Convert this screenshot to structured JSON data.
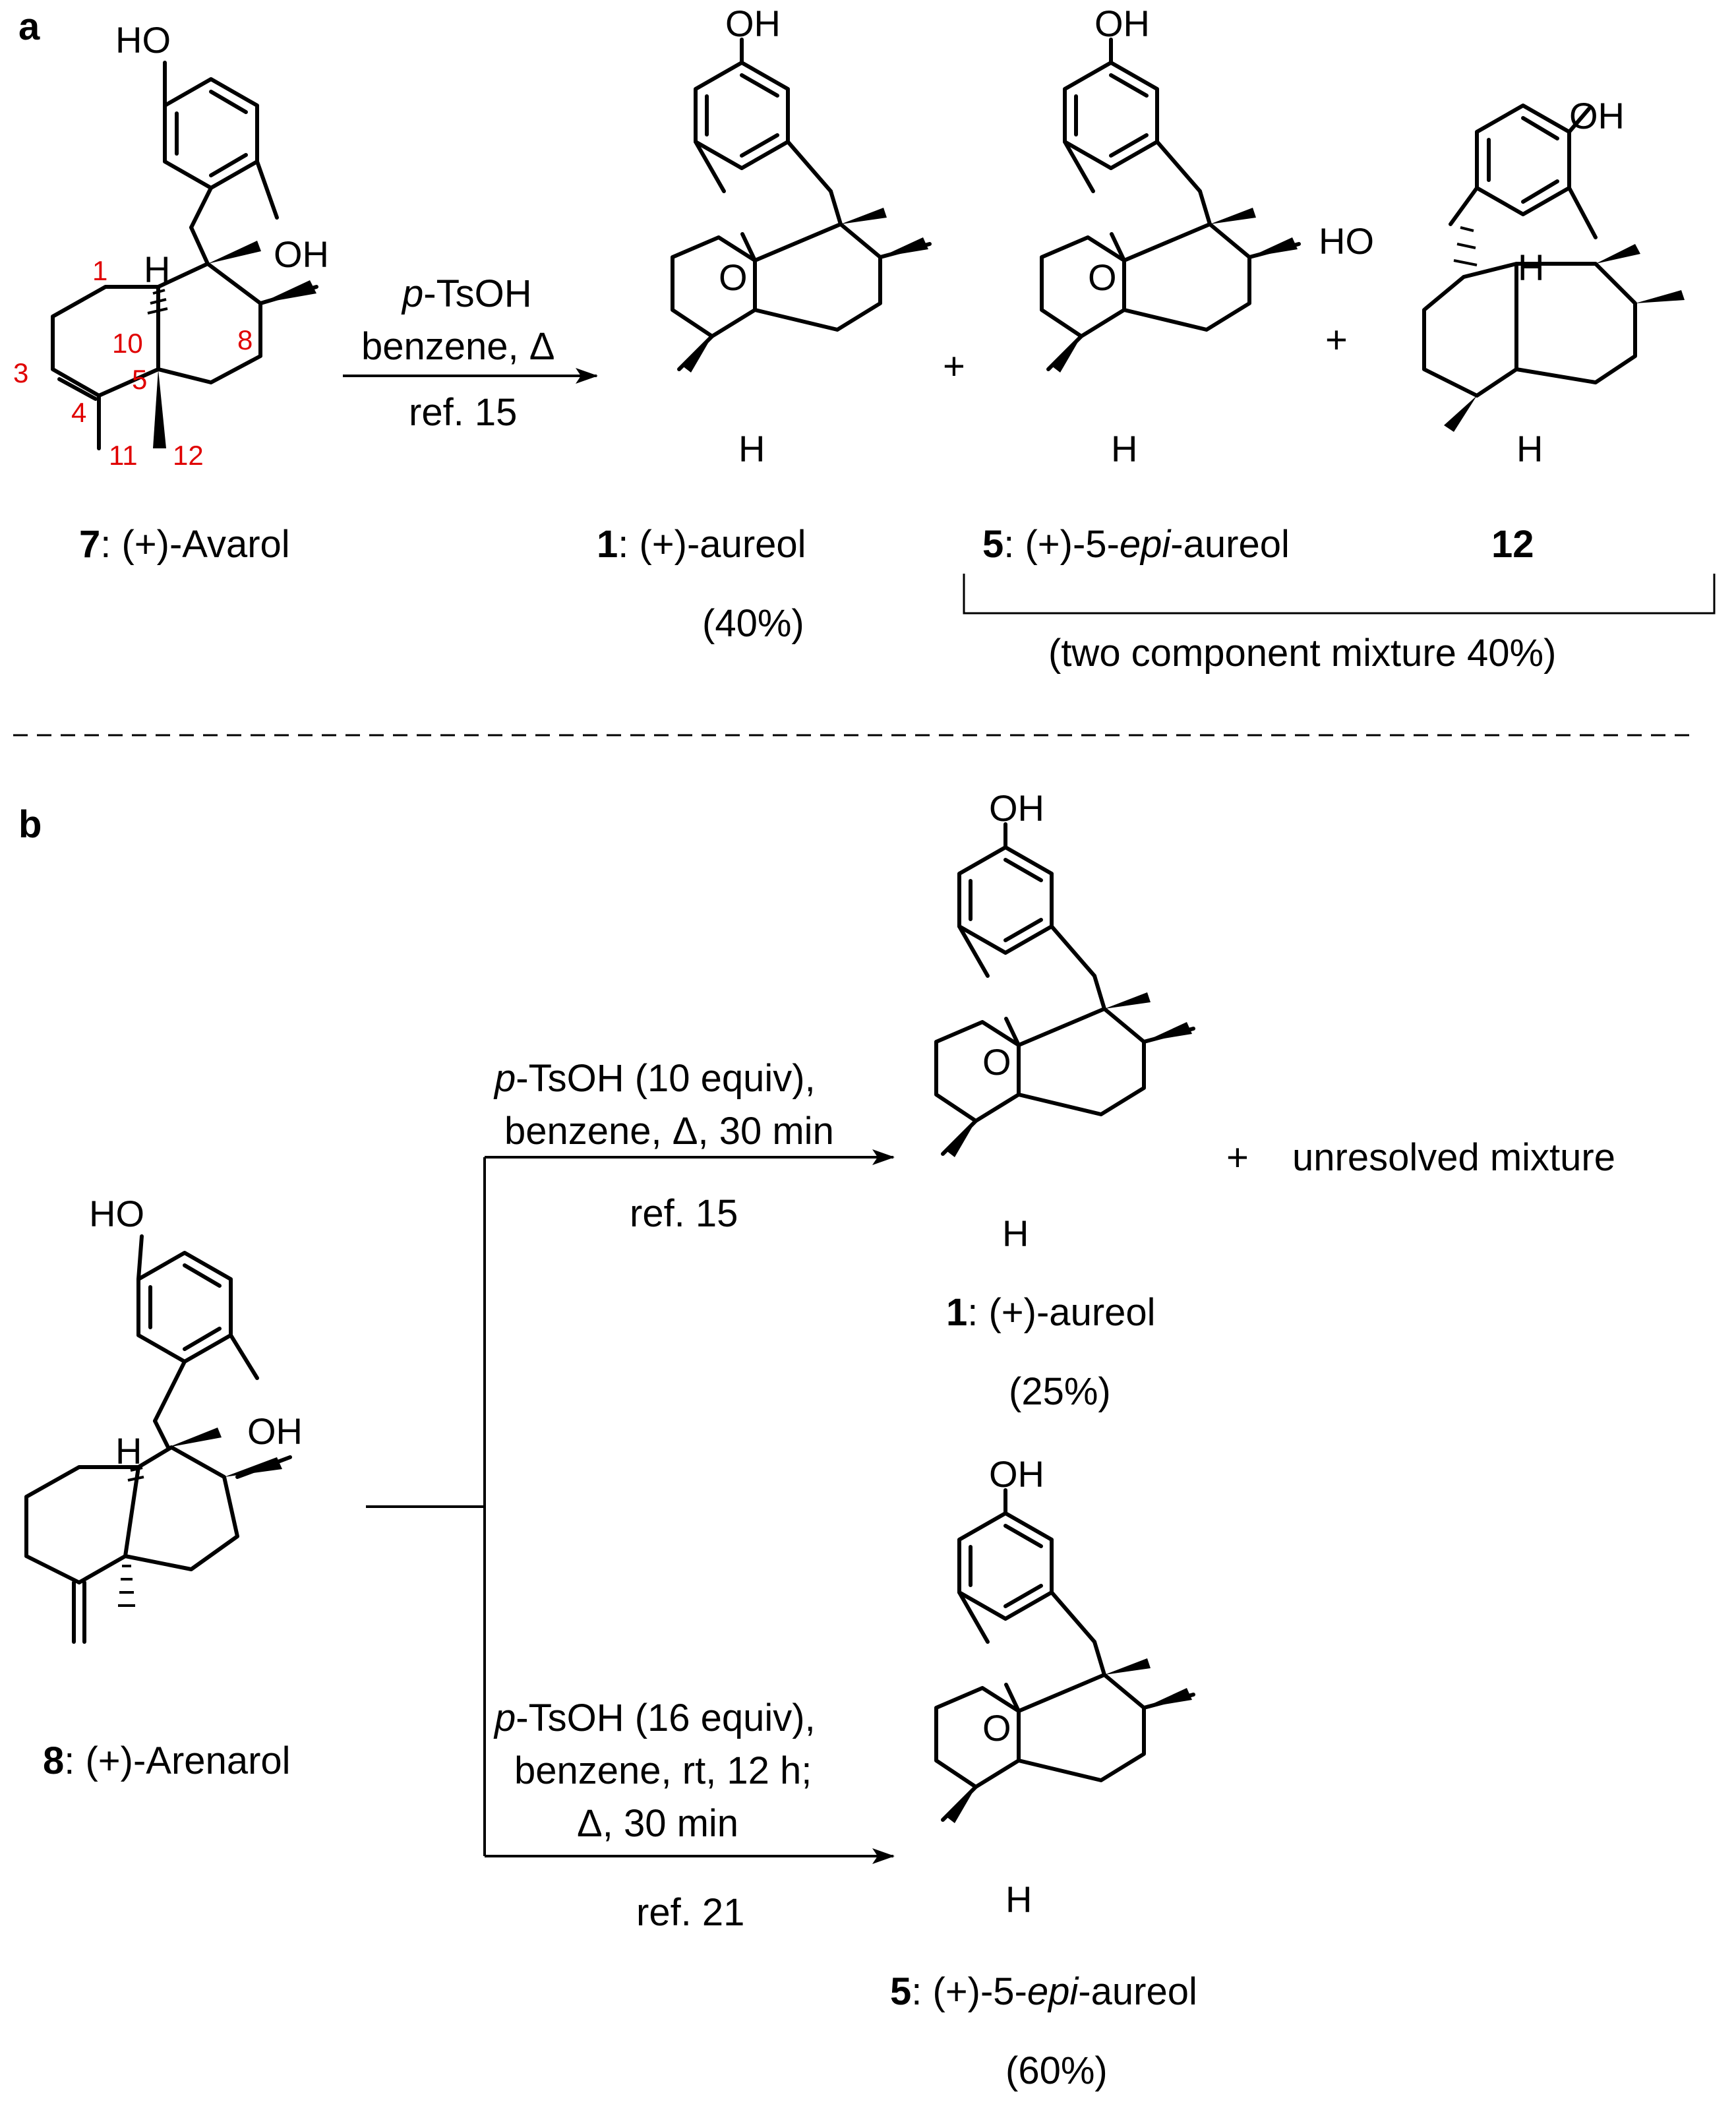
{
  "panels": {
    "a": "a",
    "b": "b"
  },
  "atoms": {
    "OH": "OH",
    "HO": "HO",
    "O": "O",
    "H": "H"
  },
  "atom_numbers": {
    "n1": "1",
    "n3": "3",
    "n4": "4",
    "n5": "5",
    "n8": "8",
    "n10": "10",
    "n11": "11",
    "n12": "12"
  },
  "panel_a": {
    "reactant": {
      "number": "7",
      "name": ": (+)-Avarol"
    },
    "conditions": {
      "line1_italic": "p",
      "line1": "-TsOH",
      "line2": "benzene, Δ",
      "line3": "ref. 15"
    },
    "plus": "+",
    "products": [
      {
        "number": "1",
        "name": ": (+)-aureol",
        "yield": "(40%)"
      },
      {
        "number": "5",
        "name_pre": ": (+)-5-",
        "name_italic": "epi",
        "name_post": "-aureol"
      },
      {
        "number": "12"
      }
    ],
    "mixture_note": "(two component mixture 40%)"
  },
  "panel_b": {
    "reactant": {
      "number": "8",
      "name": ": (+)-Arenarol"
    },
    "top_conditions": {
      "line1_italic": "p",
      "line1": "-TsOH (10 equiv),",
      "line2": "benzene, Δ, 30 min",
      "line3": "ref. 15"
    },
    "top_product": {
      "number": "1",
      "name": ": (+)-aureol",
      "yield": "(25%)"
    },
    "plus": "+",
    "unresolved": "unresolved mixture",
    "bottom_conditions": {
      "line1_italic": "p",
      "line1": "-TsOH (16 equiv),",
      "line2": "benzene, rt, 12 h;",
      "line3": "Δ, 30 min",
      "line4": "ref. 21"
    },
    "bottom_product": {
      "number": "5",
      "name_pre": ": (+)-5-",
      "name_italic": "epi",
      "name_post": "-aureol",
      "yield": "(60%)"
    }
  }
}
